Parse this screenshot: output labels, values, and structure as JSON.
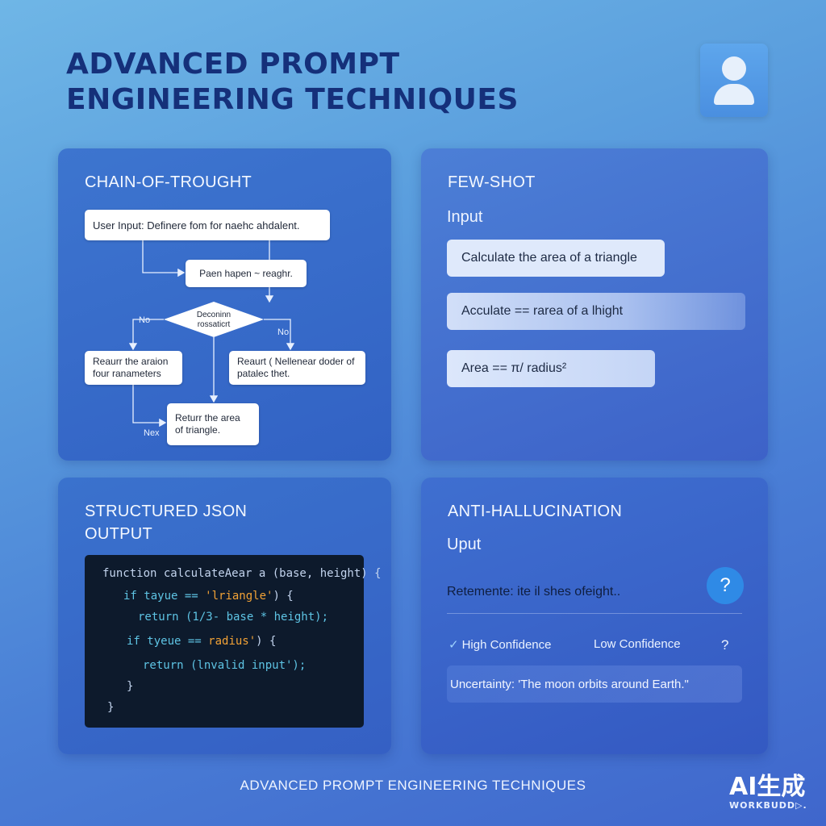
{
  "header": {
    "title_line1": "ADVANCED PROMPT",
    "title_line2": "ENGINEERING TECHNIQUES",
    "avatar_icon": "user-avatar-icon"
  },
  "chain_of_thought": {
    "title": "CHAIN-OF-TROUGHT",
    "input_node": "User Input: Definere fom for naehc ahdalent.",
    "step_node": "Paen hapen ~ reaghr.",
    "decision_node": "Deconinn rossaticrt",
    "left_branch_label": "No",
    "right_branch_label": "No",
    "left_node": "Reaurr the araion four ranameters",
    "right_node": "Reaurt ( Nellenear doder of patalec thet.",
    "return_node": "Returr the area of triangle.",
    "next_label": "Nex"
  },
  "few_shot": {
    "title": "FEW-SHOT",
    "input_label": "Input",
    "example1": "Calculate the area of a triangle",
    "example2": "Acculate == rarea of a lhight",
    "example3": "Area ==  π/ radius²"
  },
  "structured_json": {
    "title": "STRUCTURED JSON OUTPUT",
    "code": {
      "l1": "function calculateAear a (base, height) {",
      "l2_kw": "if tayue == ",
      "l2_str": "'lriangle'",
      "l2_end": ") {",
      "l3": "return (1/3- base * height);",
      "l4_kw": "if tyeue == ",
      "l4_str": "radius'",
      "l4_end": ") {",
      "l5": "return (lnvalid input');",
      "l6": "}",
      "l7": "}"
    }
  },
  "anti_hallucination": {
    "title": "ANTI-HALLUCINATION",
    "input_label": "Uput",
    "input_text": "Retemente:  ite il shes ofeight..",
    "help_button": "?",
    "high_check": "✓",
    "high_confidence": "High Confidence",
    "low_confidence": "Low Confidence",
    "unknown": "?",
    "uncertainty": "Uncertainty:  'The moon orbits around Earth.\""
  },
  "footer": {
    "text": "ADVANCED PROMPT ENGINEERING TECHNIQUES"
  },
  "watermark": {
    "big": "AI生成",
    "small": "WORKBUDD▷."
  }
}
